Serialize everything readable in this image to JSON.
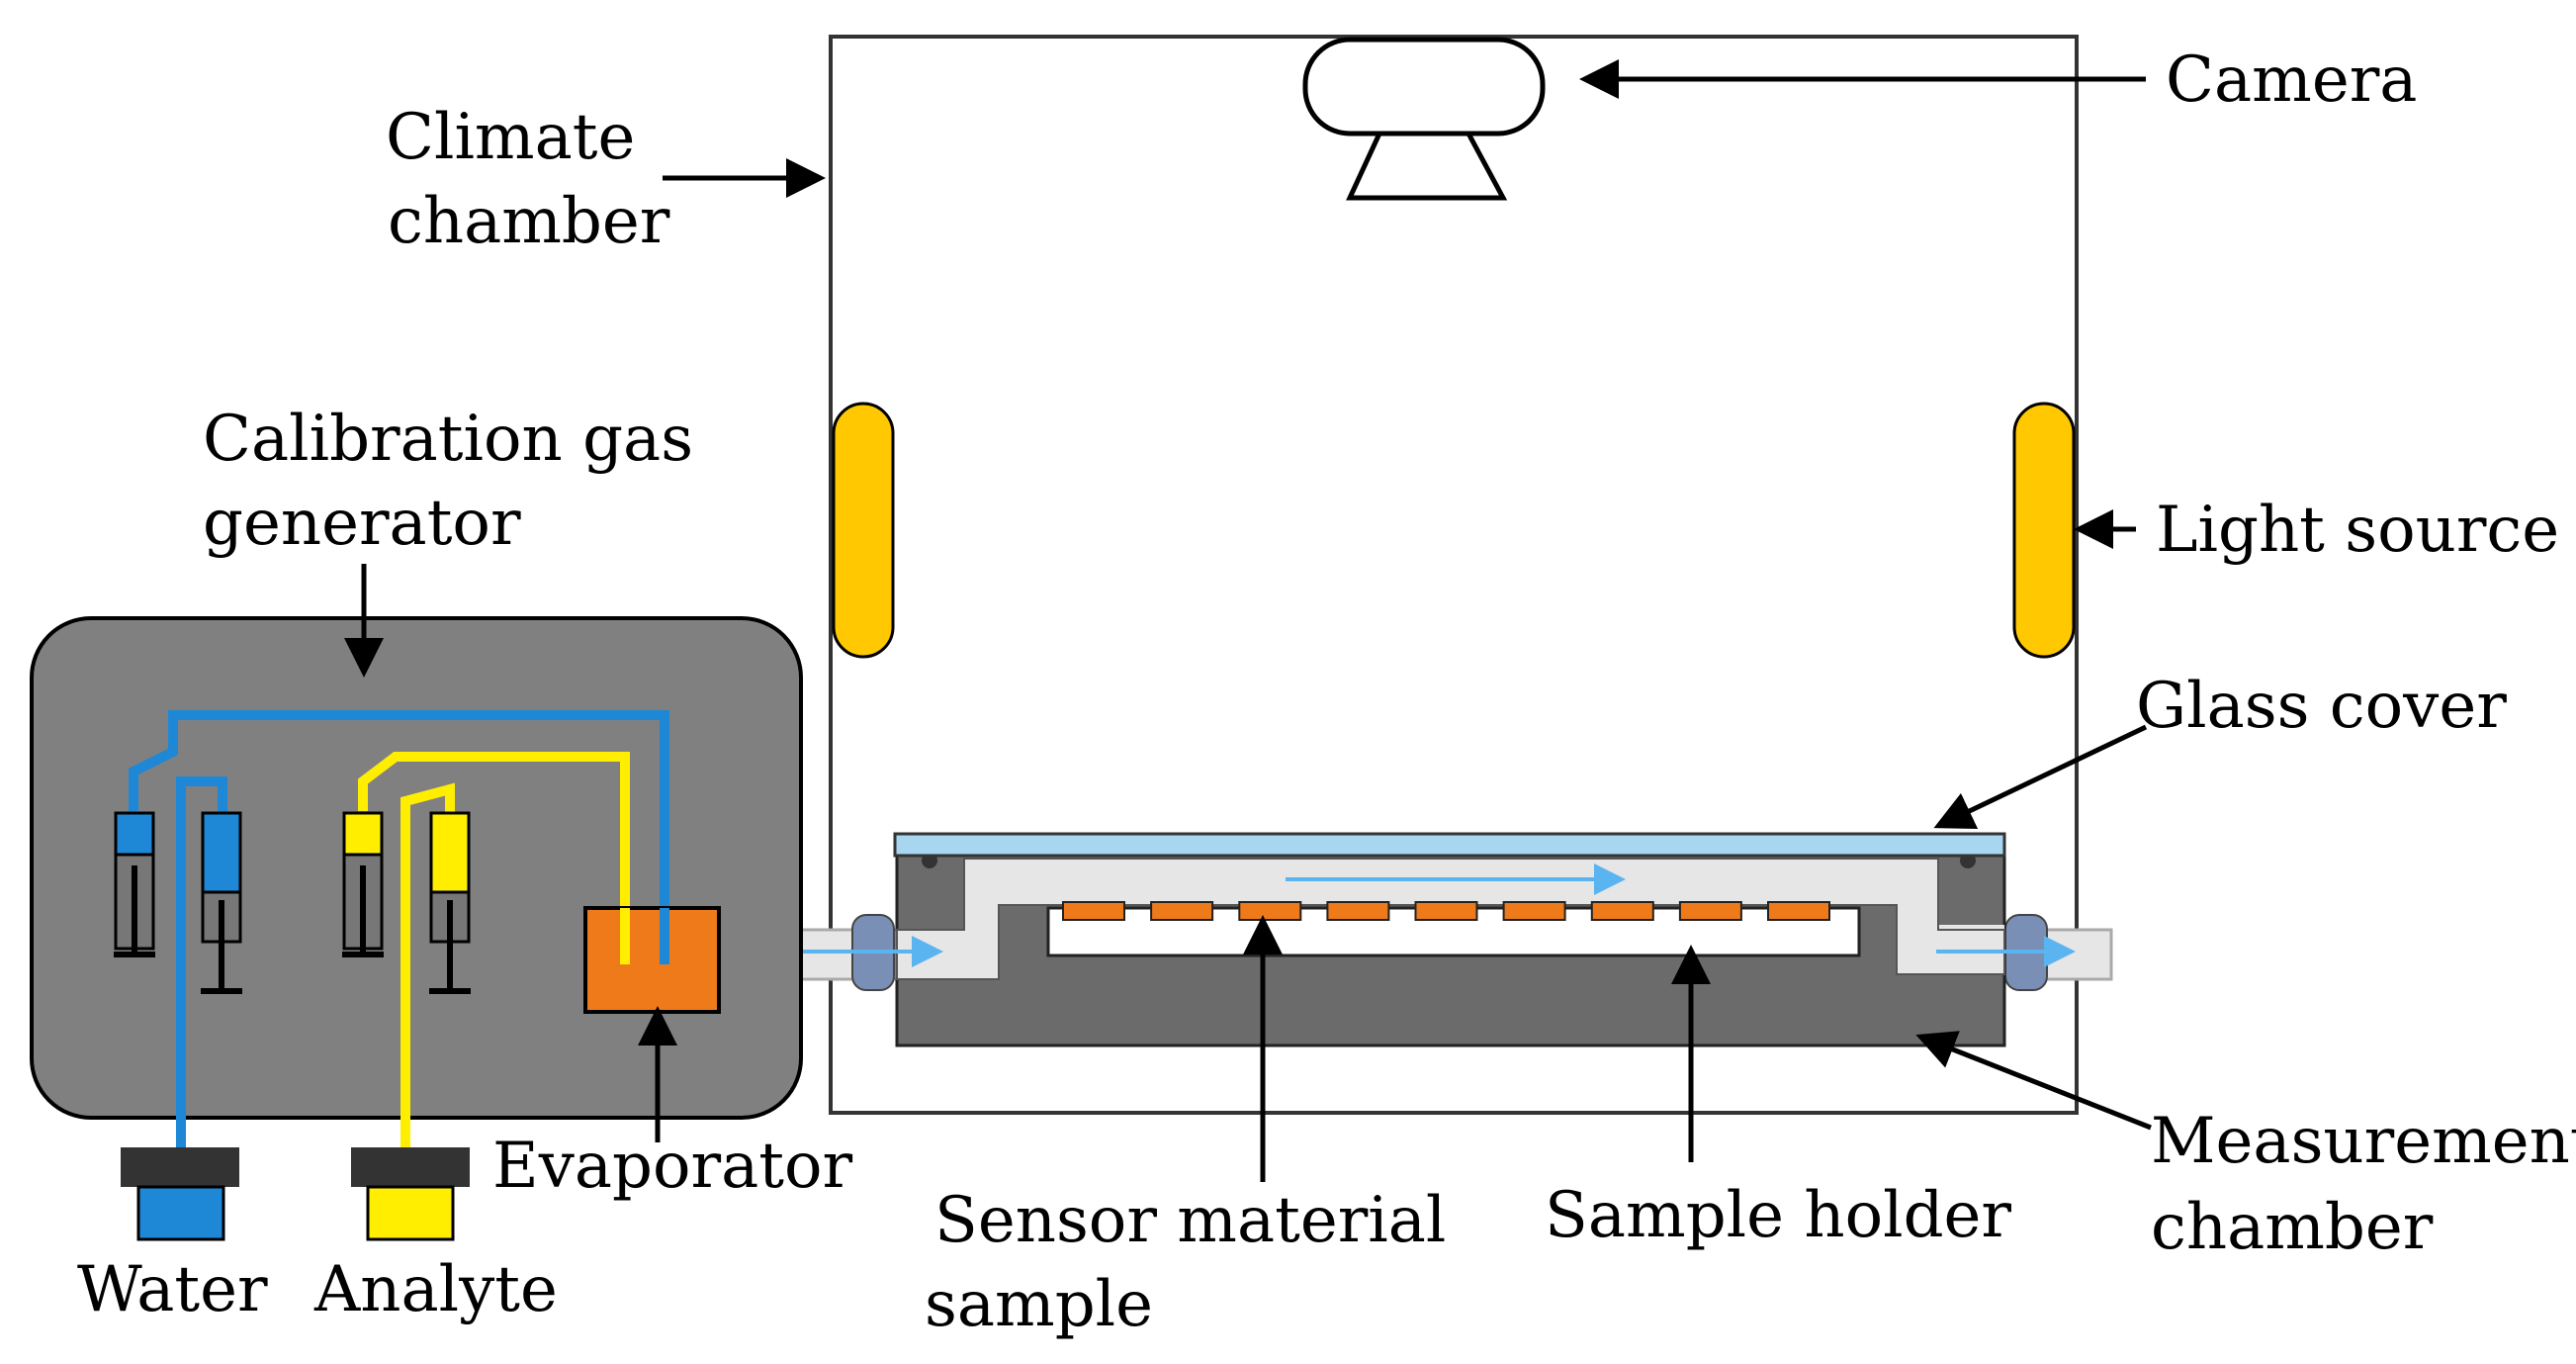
{
  "labels": {
    "camera": "Camera",
    "climate_chamber_line1": "Climate",
    "climate_chamber_line2": "chamber",
    "calibration_line1": "Calibration gas",
    "calibration_line2": "generator",
    "light_source": "Light source",
    "glass_cover": "Glass cover",
    "measurement_line1": "Measurement",
    "measurement_line2": "chamber",
    "sample_holder": "Sample holder",
    "sensor_line1": "Sensor material",
    "sensor_line2": "sample",
    "evaporator": "Evaporator",
    "water": "Water",
    "analyte": "Analyte"
  },
  "colors": {
    "generator_box": "#808080",
    "water_line": "#1e88d6",
    "analyte_line": "#ffee00",
    "light": "#ffc800",
    "evaporator": "#ef7a1a",
    "sensor": "#ef7a1a",
    "glass": "#a8d6f0",
    "chamber_dark": "#6b6b6b",
    "chamber_light": "#e6e6e6",
    "flow_arrow": "#5ab4f0"
  },
  "sensor_sample_count": 9
}
